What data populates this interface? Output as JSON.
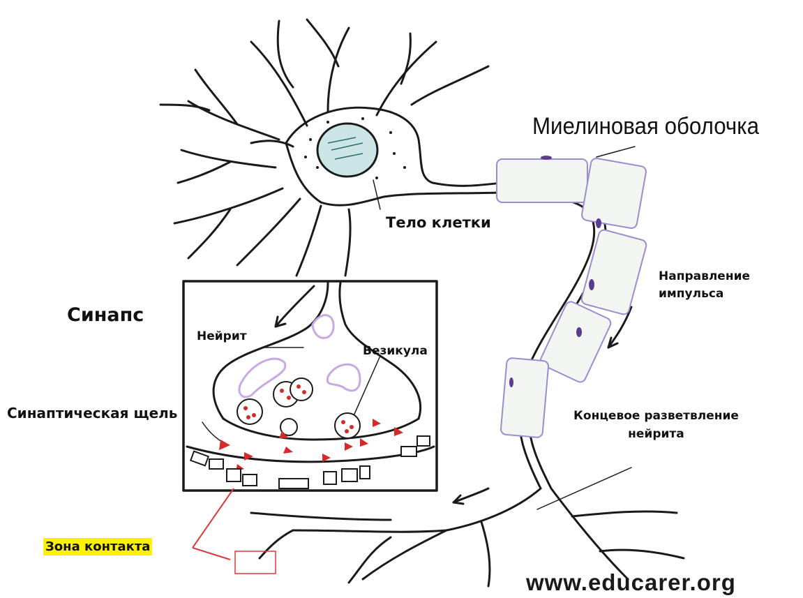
{
  "labels": {
    "myelin_sheath": "Миелиновая оболочка",
    "cell_body": "Тело клетки",
    "synapse": "Синапс",
    "neurite": "Нейрит",
    "vesicle": "Везикула",
    "synaptic_cleft": "Синаптическая щель",
    "impulse_direction_line1": "Направление",
    "impulse_direction_line2": "импульса",
    "terminal_branching_line1": "Концевое разветвление",
    "terminal_branching_line2": "нейрита",
    "contact_zone": "Зона контакта"
  },
  "watermark": "www.educarer.org",
  "colors": {
    "ink": "#1a1a1a",
    "nucleus": "#9fd0cc",
    "myelin_outline": "#9a8ccf",
    "schwann_nucleus": "#5a3b8c",
    "vesicle_outline": "#c9a8e6",
    "neurotransmitter": "#d62a2a",
    "leader_red": "#d83a3a",
    "highlight": "#fff200"
  }
}
